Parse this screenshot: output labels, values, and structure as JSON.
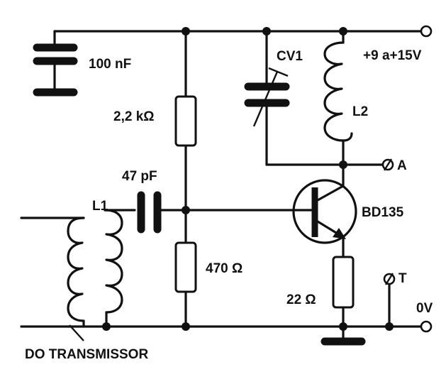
{
  "labels": {
    "c_100nf": "100 nF",
    "cv1": "CV1",
    "supply": "+9 a+15V",
    "r_2k2": "2,2 kΩ",
    "l2": "L2",
    "node_a": "A",
    "c_47pf": "47 pF",
    "l1": "L1",
    "transistor": "BD135",
    "r_470": "470 Ω",
    "node_t": "T",
    "r_22": "22 Ω",
    "ground": "0V",
    "source": "DO TRANSMISSOR"
  },
  "colors": {
    "ink": "#111111",
    "paper": "#ffffff"
  }
}
